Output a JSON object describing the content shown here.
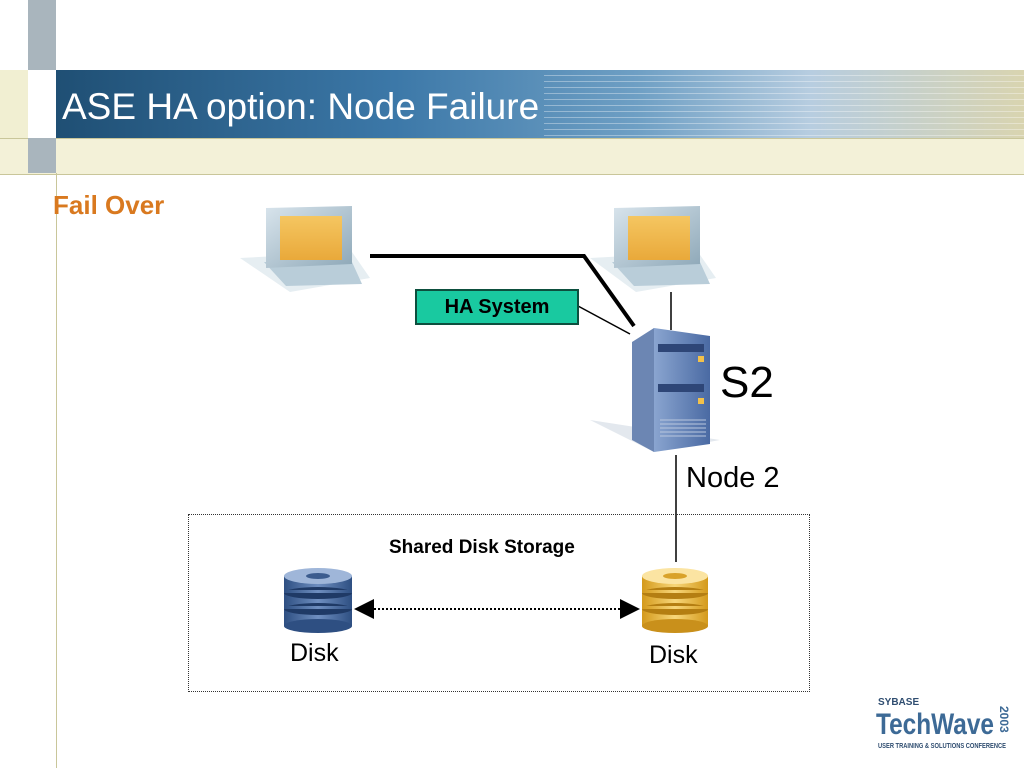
{
  "slide": {
    "title": "ASE HA option: Node Failure",
    "subtitle": "Fail Over"
  },
  "diagram": {
    "ha_system_label": "HA System",
    "server_label": "S2",
    "node_label": "Node 2",
    "storage_label": "Shared Disk Storage",
    "disk_left_label": "Disk",
    "disk_right_label": "Disk"
  },
  "logo": {
    "brand_small": "SYBASE",
    "brand_main": "TechWave",
    "year": "2003",
    "tagline": "USER TRAINING & SOLUTIONS CONFERENCE"
  },
  "colors": {
    "title_bar": "#2f6a98",
    "subtitle": "#d9791f",
    "ha_box": "#19c9a0",
    "disk_left": "#4f6fa0",
    "disk_right": "#e8b535"
  }
}
